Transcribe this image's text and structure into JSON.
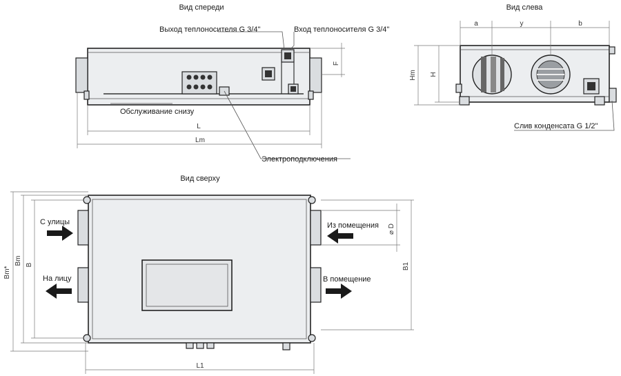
{
  "views": {
    "front": {
      "title": "Вид спереди",
      "outlet_label": "Выход теплоносителя G 3/4\"",
      "inlet_label": "Вход теплоносителя G 3/4\"",
      "service_label": "Обслуживание снизу",
      "electrical_label": "Электроподключения",
      "dim_L": "L",
      "dim_Lm": "Lm",
      "dim_F": "F"
    },
    "left": {
      "title": "Вид слева",
      "dim_a": "a",
      "dim_y": "y",
      "dim_b": "b",
      "dim_Hm": "Hm",
      "dim_H": "H",
      "drain_label": "Слив конденсата G 1/2\""
    },
    "top": {
      "title": "Вид сверху",
      "from_street": "С улицы",
      "to_street": "На лицу",
      "from_room": "Из помещения",
      "to_room": "В помещение",
      "dim_D": "⌀ D",
      "dim_B1": "B1",
      "dim_B": "B",
      "dim_Bm": "Bm",
      "dim_Bm_star": "Bm*",
      "dim_L1": "L1"
    }
  },
  "colors": {
    "outline": "#222222",
    "body": "#eceef0",
    "arrow": "#1a1a1a"
  }
}
